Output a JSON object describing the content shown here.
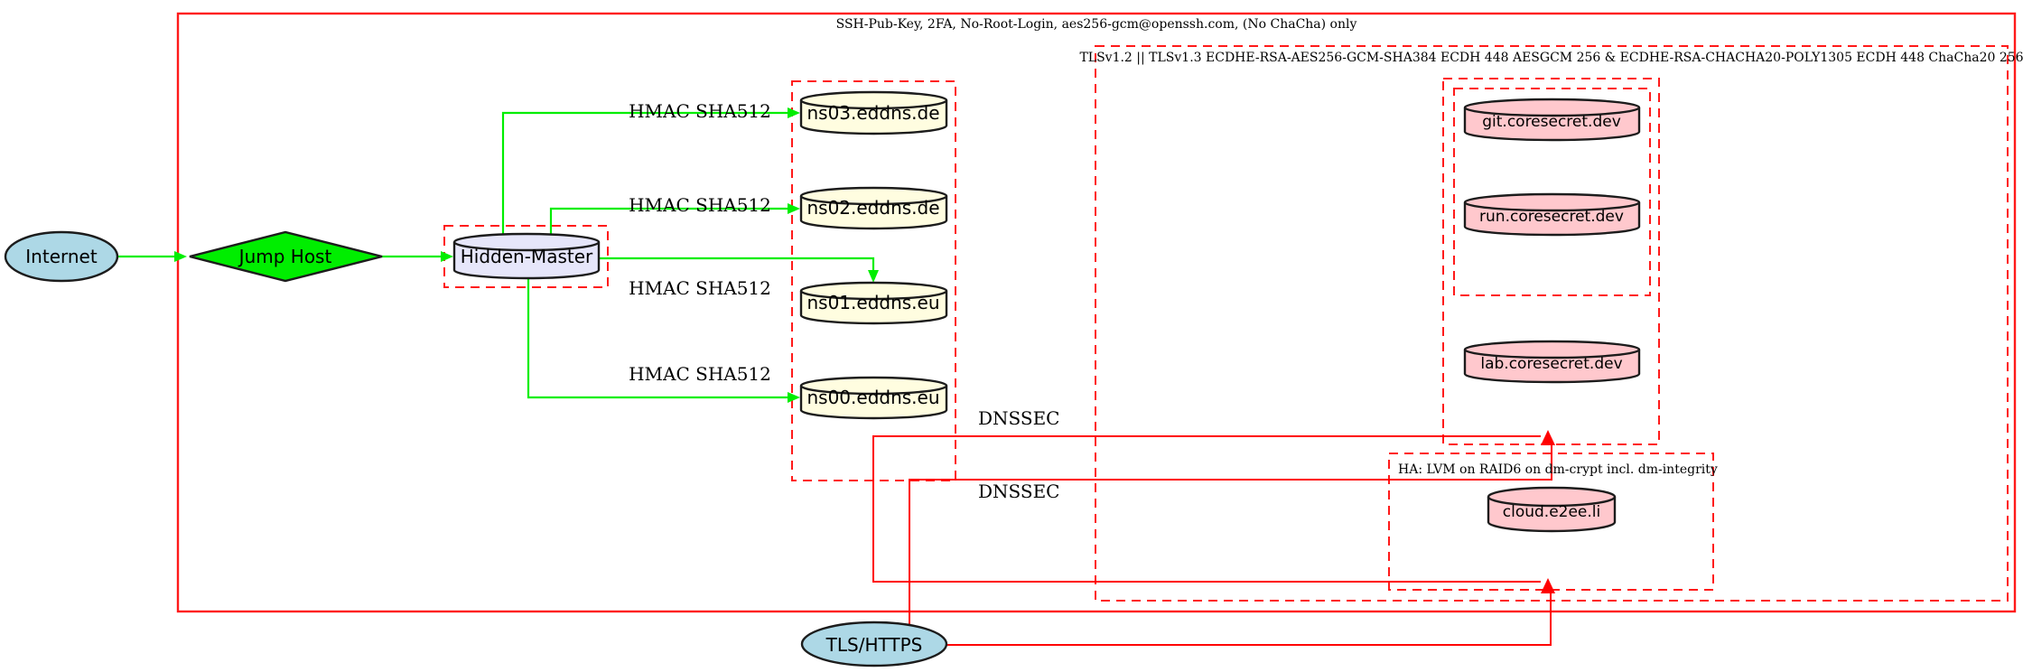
{
  "clusters": {
    "ssh": {
      "label": "SSH-Pub-Key, 2FA, No-Root-Login, aes256-gcm@openssh.com, (No ChaCha) only"
    },
    "tls": {
      "label": "TLSv1.2 || TLSv1.3 ECDHE-RSA-AES256-GCM-SHA384 ECDH 448 AESGCM 256 & ECDHE-RSA-CHACHA20-POLY1305 ECDH 448 ChaCha20 256"
    },
    "ha": {
      "label": "HA: LVM on RAID6 on dm-crypt incl. dm-integrity"
    }
  },
  "nodes": {
    "internet": {
      "label": "Internet"
    },
    "jump_host": {
      "label": "Jump Host"
    },
    "hidden_master": {
      "label": "Hidden-Master"
    },
    "ns03": {
      "label": "ns03.eddns.de"
    },
    "ns02": {
      "label": "ns02.eddns.de"
    },
    "ns01": {
      "label": "ns01.eddns.eu"
    },
    "ns00": {
      "label": "ns00.eddns.eu"
    },
    "git": {
      "label": "git.coresecret.dev"
    },
    "run": {
      "label": "run.coresecret.dev"
    },
    "lab": {
      "label": "lab.coresecret.dev"
    },
    "cloud": {
      "label": "cloud.e2ee.li"
    },
    "tls_https": {
      "label": "TLS/HTTPS"
    }
  },
  "edges": {
    "hmac_label": "HMAC SHA512",
    "dnssec_label": "DNSSEC"
  },
  "colors": {
    "edge_secure": "#00ee00",
    "edge_tls": "#ff0000",
    "cluster_border": "#ff1a1a",
    "node_stroke": "#1c1c1c",
    "fill_internet": "#add8e6",
    "fill_jump": "#00ee00",
    "fill_master": "#e6e6fa",
    "fill_dns": "#fffde0",
    "fill_web": "#ffc8cd"
  }
}
